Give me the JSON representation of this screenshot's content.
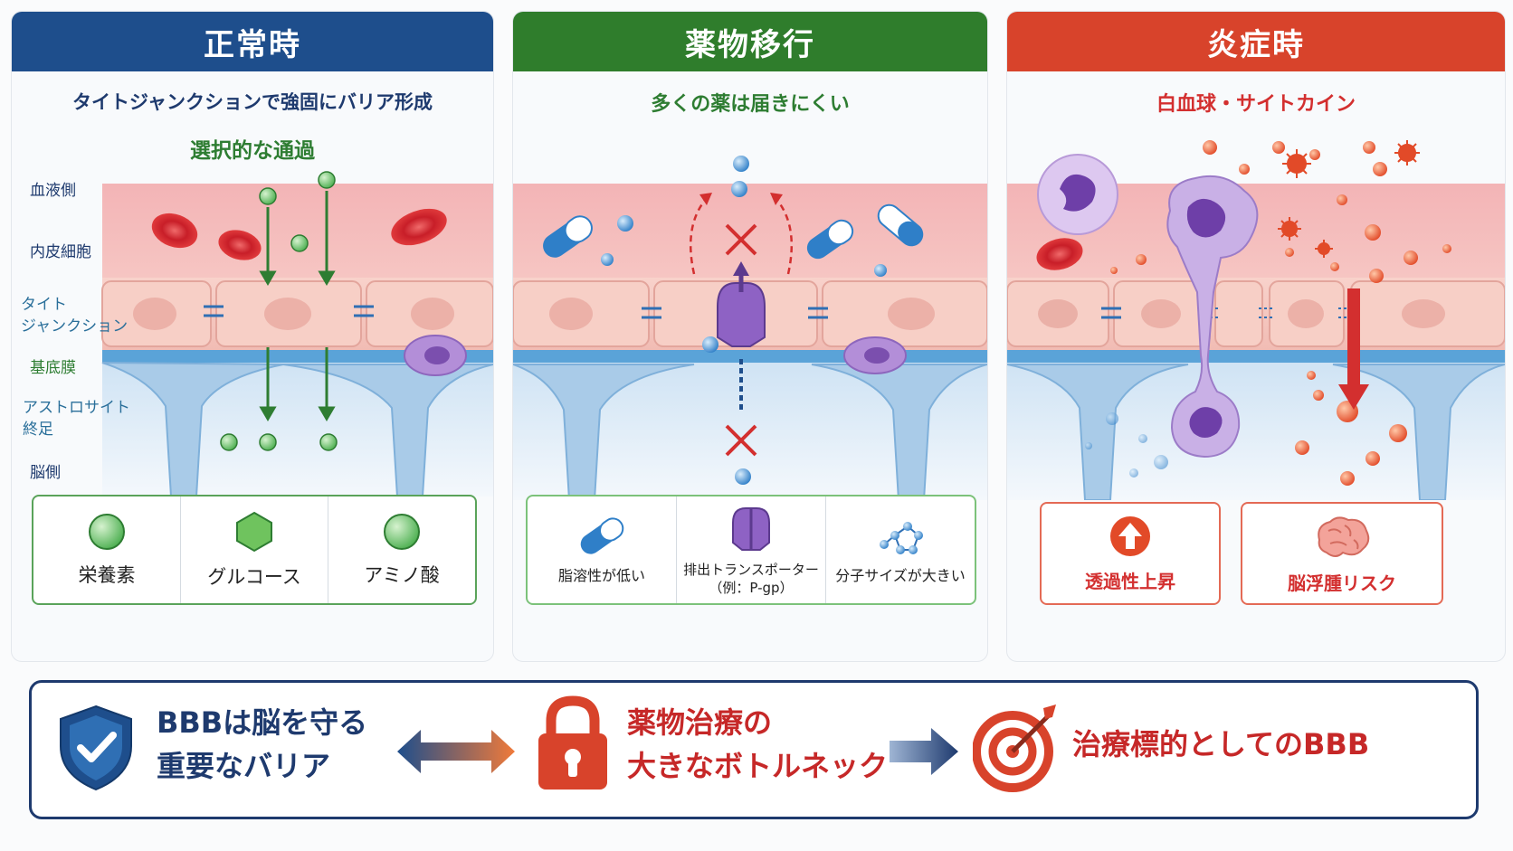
{
  "panels": [
    {
      "title": "正常時",
      "subtitle": "タイトジャンクションで強固にバリア形成",
      "note": "選択的な通過",
      "side_labels": [
        "血液側",
        "内皮細胞",
        "タイト\nジャンクション",
        "基底膜",
        "アストロサイト\n終足",
        "脳側"
      ],
      "items": [
        "栄養素",
        "グルコース",
        "アミノ酸"
      ]
    },
    {
      "title": "薬物移行",
      "subtitle": "多くの薬は届きにくい",
      "items": [
        "脂溶性が低い",
        "排出トランスポーター\n（例：P-gp）",
        "分子サイズが大きい"
      ]
    },
    {
      "title": "炎症時",
      "subtitle": "白血球・サイトカイン",
      "items": [
        "透過性上昇",
        "脳浮腫リスク"
      ]
    }
  ],
  "summary": {
    "left": "BBBは脳を守る\n重要なバリア",
    "middle": "薬物治療の\n大きなボトルネック",
    "right": "治療標的としてのBBB"
  },
  "colors": {
    "blue": "#1e4e8c",
    "green": "#2f7d2c",
    "red": "#d8432b",
    "navy": "#1e3a6e"
  },
  "icons": [
    "shield-check-icon",
    "double-arrow-icon",
    "padlock-icon",
    "right-arrow-icon",
    "target-icon",
    "capsule-icon",
    "transporter-icon",
    "molecule-icon",
    "up-arrow-icon",
    "brain-icon"
  ]
}
